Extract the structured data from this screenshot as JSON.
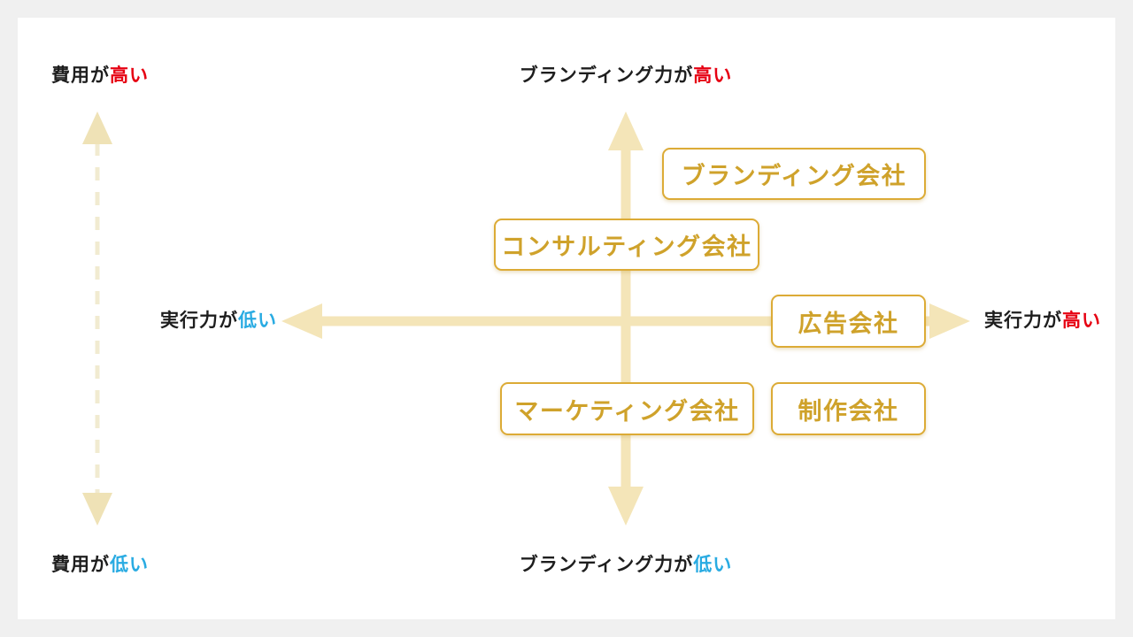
{
  "diagram": {
    "type": "quadrant-positioning-map",
    "vertical_axis": {
      "top_label": {
        "prefix": "ブランディング力が",
        "accent": "高い"
      },
      "bottom_label": {
        "prefix": "ブランディング力が",
        "accent": "低い"
      }
    },
    "horizontal_axis": {
      "left_label": {
        "prefix": "実行力が",
        "accent": "低い"
      },
      "right_label": {
        "prefix": "実行力が",
        "accent": "高い"
      }
    },
    "cost_axis": {
      "top_label": {
        "prefix": "費用が",
        "accent": "高い"
      },
      "bottom_label": {
        "prefix": "費用が",
        "accent": "低い"
      },
      "style": "dashed-double-arrow"
    },
    "quadrant_boxes": [
      {
        "label": "ブランディング会社",
        "position": "upper-right"
      },
      {
        "label": "コンサルティング会社",
        "position": "upper-center-on-axis"
      },
      {
        "label": "広告会社",
        "position": "right-on-horizontal-axis"
      },
      {
        "label": "マーケティング会社",
        "position": "lower-center-on-axis"
      },
      {
        "label": "制作会社",
        "position": "lower-right"
      }
    ],
    "colors": {
      "page_background": "#f0f0f0",
      "card_background": "#ffffff",
      "arrow_cream": "#f4e5b8",
      "dashed_line_cream": "#f1ebd1",
      "dashed_arrowhead_cream": "#efe2b6",
      "box_border_gold": "#dcab36",
      "box_text_gold": "#cfa22b",
      "label_text": "#1e1e1e",
      "accent_high_red": "#e60012",
      "accent_low_blue": "#29abe2"
    }
  }
}
